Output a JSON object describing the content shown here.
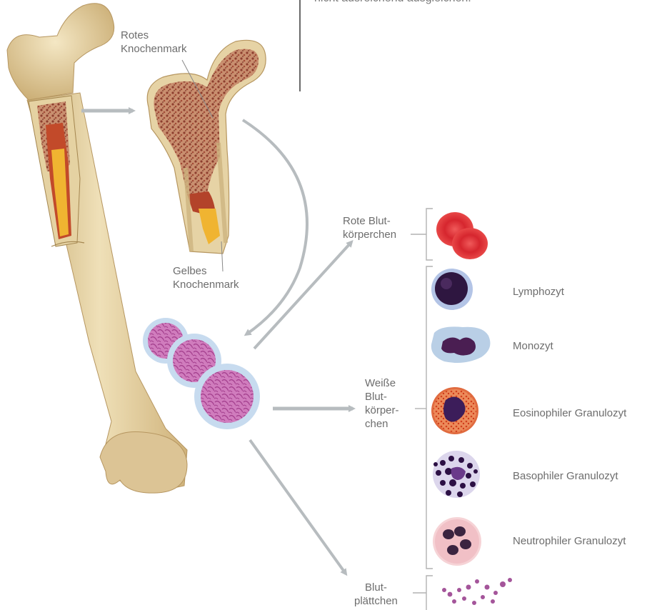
{
  "top_text": "nicht ausreichend ausgleichen.",
  "labels": {
    "red_marrow": [
      "Rotes",
      "Knochenmark"
    ],
    "yellow_marrow": [
      "Gelbes",
      "Knochenmark"
    ],
    "red_cells": [
      "Rote Blut-",
      "körperchen"
    ],
    "white_cells": [
      "Weiße",
      "Blut-",
      "körper-",
      "chen"
    ],
    "platelets": [
      "Blut-",
      "plättchen"
    ]
  },
  "white_cell_types": [
    {
      "name": "Lymphozyt"
    },
    {
      "name": "Monozyt"
    },
    {
      "name": "Eosinophiler Granulozyt"
    },
    {
      "name": "Basophiler Granulozyt"
    },
    {
      "name": "Neutrophiler Granulozyt"
    }
  ],
  "colors": {
    "bone": "#e8d6a8",
    "bone_shade": "#c9ad74",
    "red_marrow": "#a8553f",
    "yellow_marrow": "#f0b431",
    "arrow": "#b7bcbf",
    "bracket": "#b2b2b2",
    "red_cell": "#e03a3a",
    "stem_cell": "#d477b8"
  }
}
